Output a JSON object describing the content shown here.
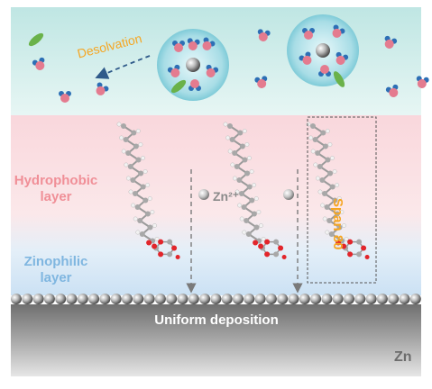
{
  "labels": {
    "desolvation": "Desolvation",
    "hydrophobic_line1": "Hydrophobic",
    "hydrophobic_line2": "layer",
    "zinophilic_line1": "Zinophilic",
    "zinophilic_line2": "layer",
    "span80": "Span 80",
    "zn2": "Zn²⁺",
    "uniform_deposition": "Uniform deposition",
    "zn": "Zn"
  },
  "colors": {
    "electrolyte_band": "#d8f0ee",
    "hydrophobic_band": "#f9d9dd",
    "zinophilic_band": "#d4e7f6",
    "zinc_surface": "#8c8c8c",
    "orange_accent": "#f5a623",
    "water_oxygen": "#e47b8f",
    "water_hydrogen": "#2d6fb5",
    "solvation_shell": "#9fdbe3",
    "green_molecule": "#6ab24a"
  }
}
